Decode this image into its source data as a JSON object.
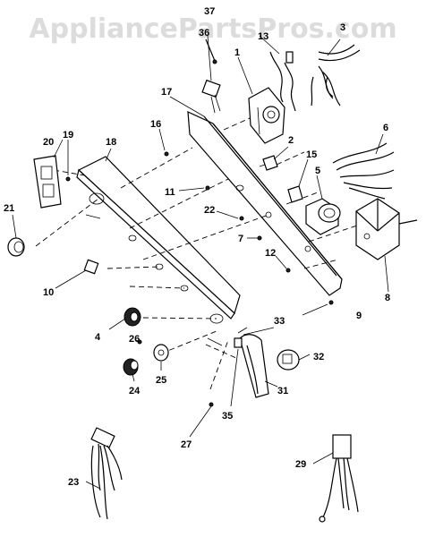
{
  "watermark": "AppliancePartsPros.com",
  "callouts": {
    "c1": "1",
    "c2": "2",
    "c3": "3",
    "c4": "4",
    "c5": "5",
    "c6": "6",
    "c7": "7",
    "c8": "8",
    "c9": "9",
    "c10": "10",
    "c11": "11",
    "c12": "12",
    "c13": "13",
    "c15": "15",
    "c16": "16",
    "c17": "17",
    "c18": "18",
    "c19": "19",
    "c20": "20",
    "c21": "21",
    "c22": "22",
    "c23": "23",
    "c24": "24",
    "c25": "25",
    "c26": "26",
    "c27": "27",
    "c29": "29",
    "c31": "31",
    "c32": "32",
    "c33": "33",
    "c35": "35",
    "c36": "36",
    "c37": "37"
  }
}
